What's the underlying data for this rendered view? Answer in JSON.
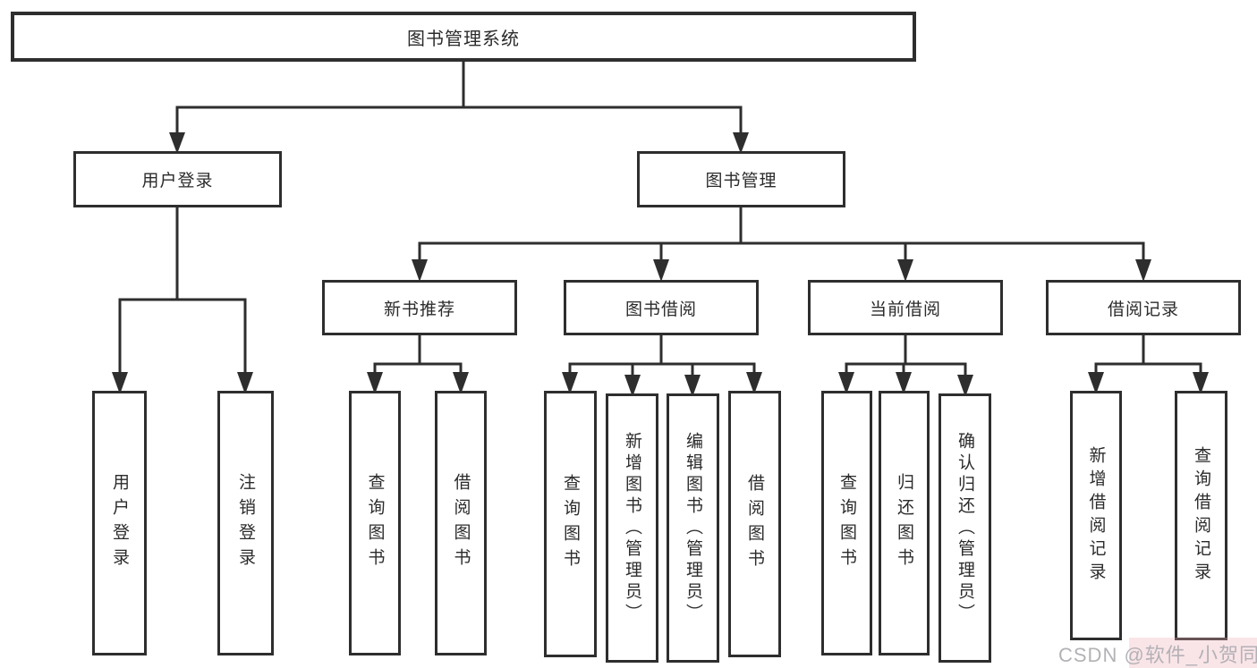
{
  "diagram": {
    "type": "hierarchy-tree",
    "colors": {
      "line": "#2e2e2e",
      "box_fill": "#ffffff",
      "text": "#2b2b2b",
      "watermark": "#b4b1b6",
      "watermark_tint": "#eca9b2"
    },
    "nodes": {
      "root": "图书管理系统",
      "user_login": "用户登录",
      "book_management": "图书管理",
      "new_book_recommendation": "新书推荐",
      "book_borrowing": "图书借阅",
      "current_borrowing": "当前借阅",
      "borrowing_records": "借阅记录",
      "leaf_user_login": "用户登录",
      "leaf_logout": "注销登录",
      "leaf_rec_query_books": "查询图书",
      "leaf_rec_borrow_books": "借阅图书",
      "leaf_bb_query_books": "查询图书",
      "leaf_bb_add_books_admin": "新增图书（管理员）",
      "leaf_bb_edit_books_admin": "编辑图书（管理员）",
      "leaf_bb_borrow_books": "借阅图书",
      "leaf_cb_query_books": "查询图书",
      "leaf_cb_return_books": "归还图书",
      "leaf_cb_confirm_return_admin": "确认归还（管理员）",
      "leaf_br_add_record": "新增借阅记录",
      "leaf_br_query_record": "查询借阅记录"
    },
    "watermark": "CSDN @软件_小贺同学"
  }
}
